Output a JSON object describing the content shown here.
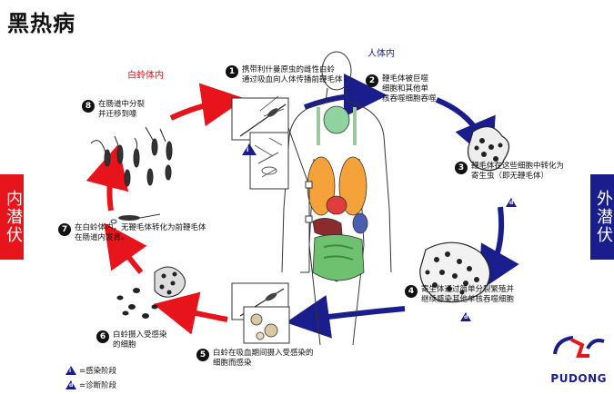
{
  "title": "黑热病",
  "regions": {
    "sandfly": "白蛉体内",
    "human": "人体内"
  },
  "side": {
    "left": "内潜伏期",
    "right": "外潜伏期"
  },
  "steps": [
    {
      "num": "1",
      "text": "携带利什曼原虫的雌性白蛉\n通过吸血向人体传播前鞭毛体"
    },
    {
      "num": "2",
      "text": "鞭毛体被巨噬\n细胞和其他单\n核吞噬细胞吞噬"
    },
    {
      "num": "3",
      "text": "鞭毛体在这些细胞中转化为\n寄生虫（即无鞭毛体）"
    },
    {
      "num": "4",
      "text": "寄生体通过简单分裂繁殖并\n继续感染其他单核吞噬细胞"
    },
    {
      "num": "5",
      "text": "白蛉在吸血期间摄入受感染的\n细胞而感染"
    },
    {
      "num": "6",
      "text": "白蛉摄入受感染\n的细胞"
    },
    {
      "num": "7",
      "text": "在白蛉体内，无鞭毛体转化为前鞭毛体\n在肠道内发育。"
    },
    {
      "num": "8",
      "text": "在肠道中分裂\n并迁移到喙"
    }
  ],
  "legend": [
    {
      "symbol": "i",
      "text": "=感染阶段"
    },
    {
      "symbol": "d",
      "text": "=诊断阶段"
    }
  ],
  "logo": "PUDONG",
  "colors": {
    "red": "#e8141b",
    "blue": "#1a1d8c"
  }
}
